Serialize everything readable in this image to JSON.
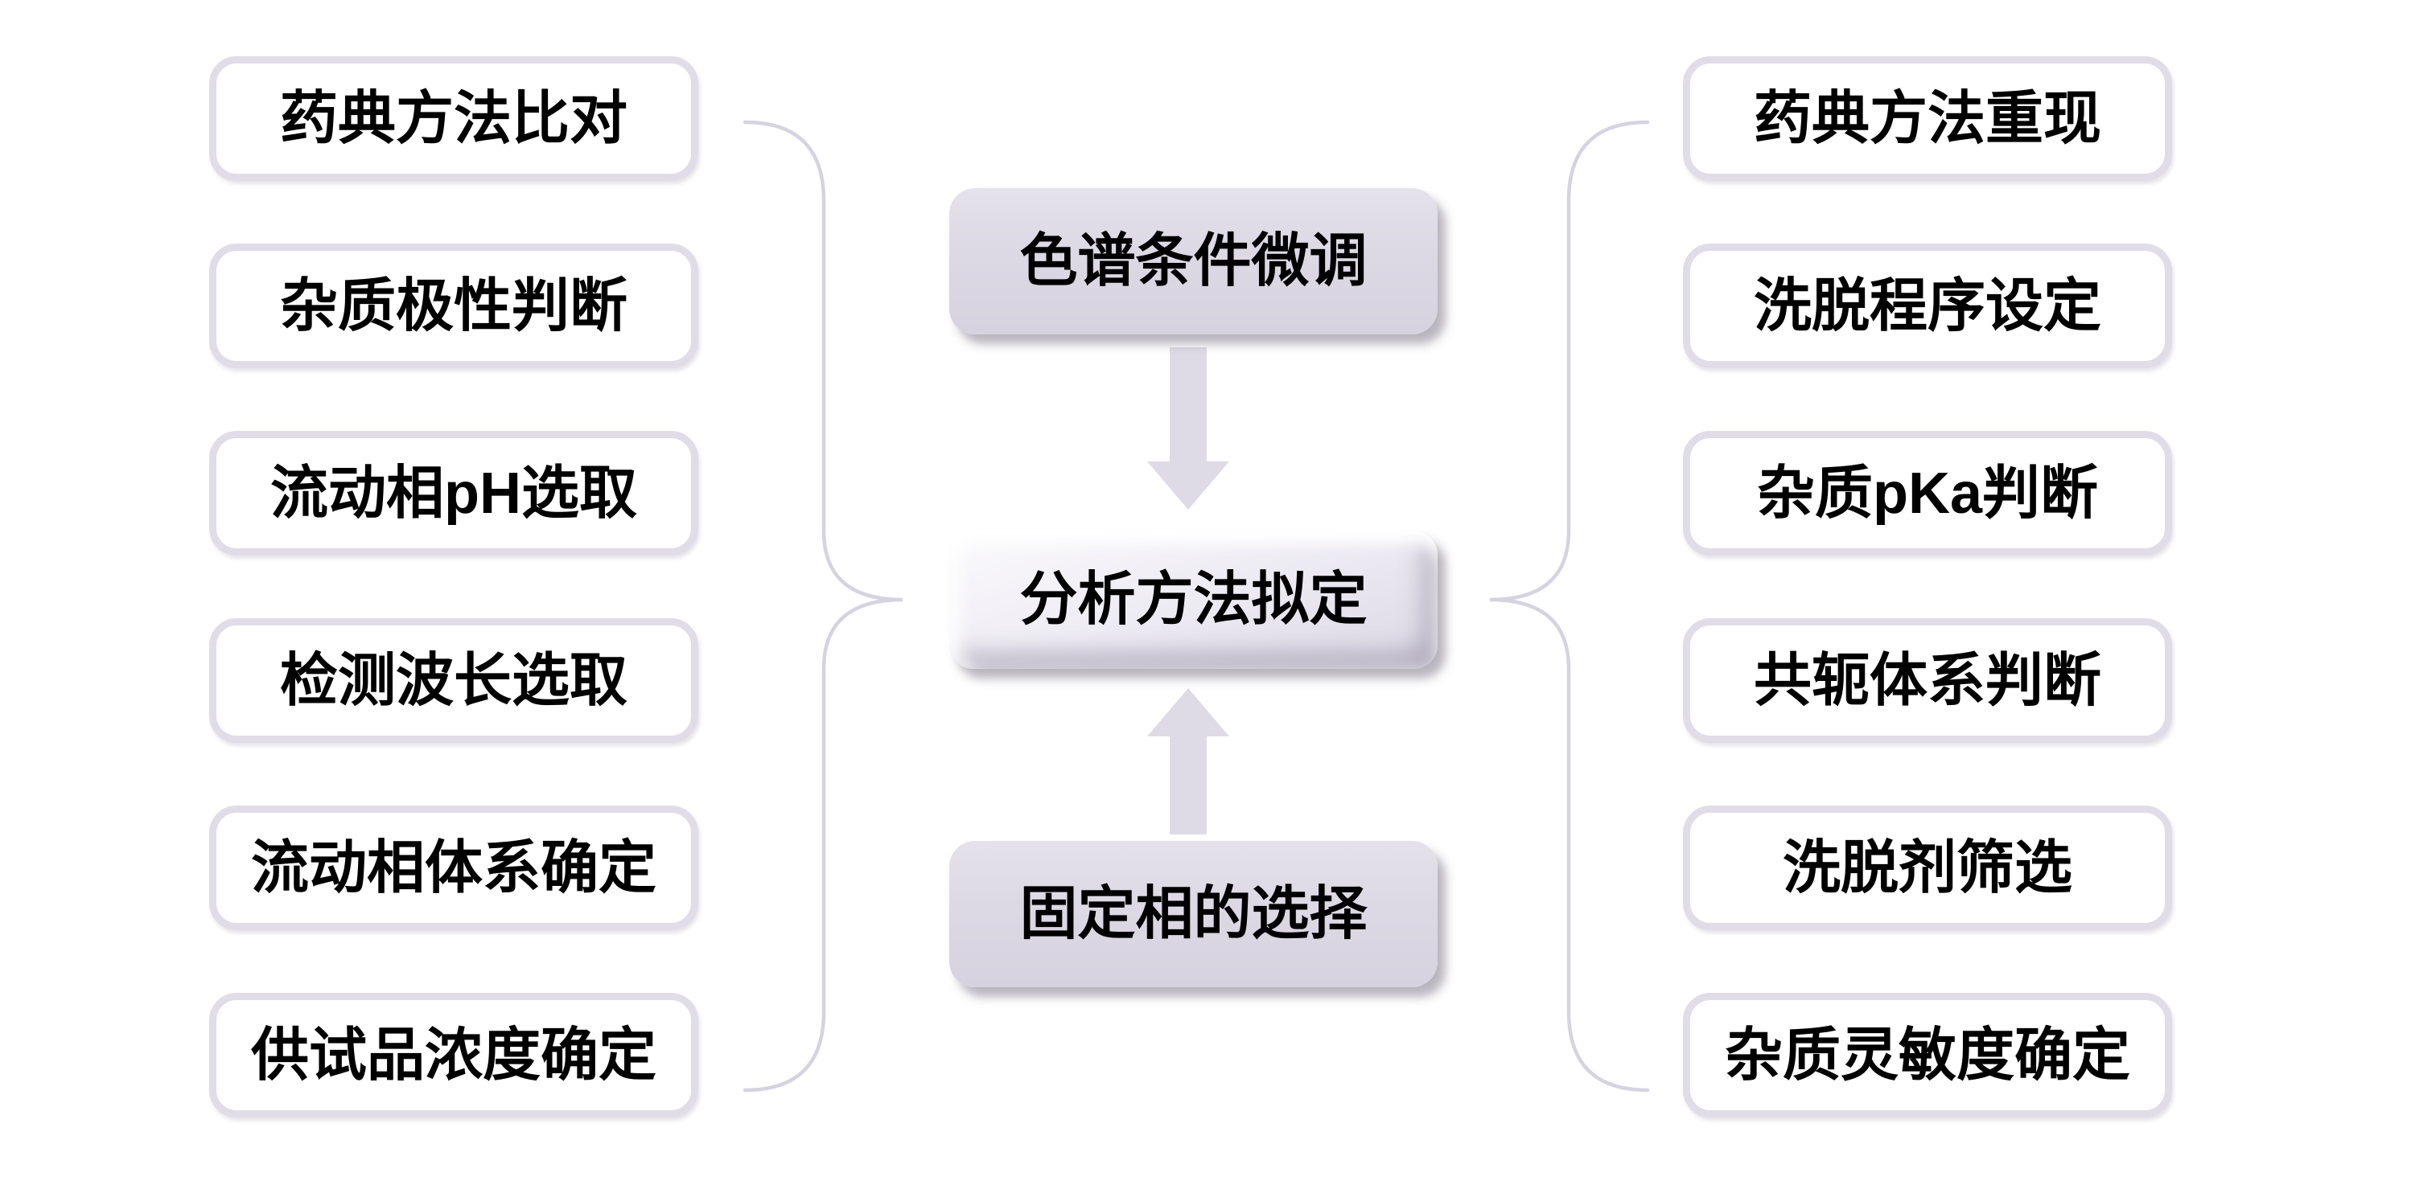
{
  "diagram": {
    "left_column": {
      "items": [
        {
          "label": "药典方法比对"
        },
        {
          "label": "杂质极性判断"
        },
        {
          "label": "流动相pH选取"
        },
        {
          "label": "检测波长选取"
        },
        {
          "label": "流动相体系确定"
        },
        {
          "label": "供试品浓度确定"
        }
      ]
    },
    "center_column": {
      "top_box": {
        "label": "色谱条件微调"
      },
      "middle_box": {
        "label": "分析方法拟定"
      },
      "bottom_box": {
        "label": "固定相的选择"
      }
    },
    "right_column": {
      "items": [
        {
          "label": "药典方法重现"
        },
        {
          "label": "洗脱程序设定"
        },
        {
          "label": "杂质pKa判断"
        },
        {
          "label": "共轭体系判断"
        },
        {
          "label": "洗脱剂筛选"
        },
        {
          "label": "杂质灵敏度确定"
        }
      ]
    },
    "connectors": {
      "left_brace": "curly-brace-pointing-right",
      "right_brace": "curly-brace-pointing-left",
      "top_arrow": "block-arrow-down",
      "bottom_arrow": "block-arrow-up"
    },
    "colors": {
      "background": "#ffffff",
      "side_box_fill": "#ffffff",
      "side_box_border": "#e0dde9",
      "flat_box_fill": "#dcd8e4",
      "arrow_fill": "#dedbe6",
      "brace_stroke": "#d6d3e1",
      "text": "#000000"
    }
  }
}
